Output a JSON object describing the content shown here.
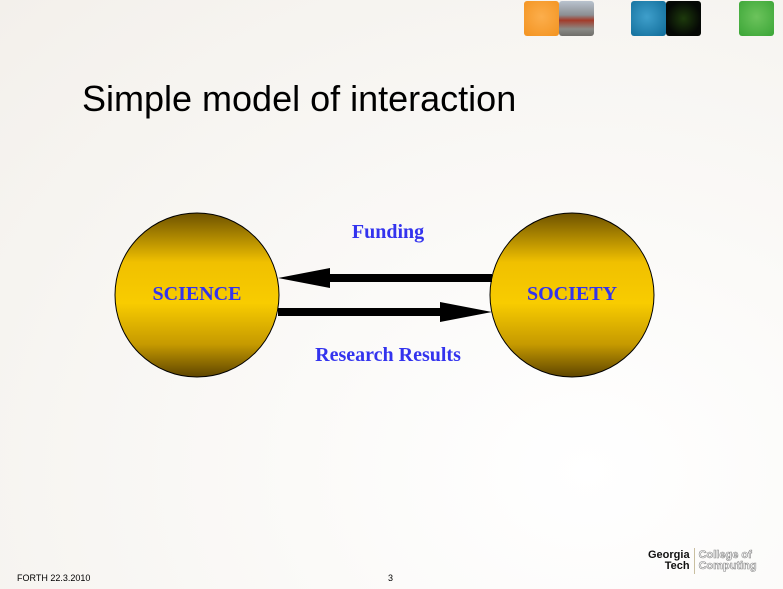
{
  "slide": {
    "title": "Simple model of interaction",
    "footer_left": "FORTH 22.3.2010",
    "page_number": "3"
  },
  "diagram": {
    "nodes": [
      {
        "label": "SCIENCE"
      },
      {
        "label": "SOCIETY"
      }
    ],
    "edges": [
      {
        "from": "SOCIETY",
        "to": "SCIENCE",
        "label": "Funding"
      },
      {
        "from": "SCIENCE",
        "to": "SOCIETY",
        "label": "Research Results"
      }
    ]
  },
  "logo": {
    "line1": "Georgia",
    "line2": "Tech",
    "line3": "College of",
    "line4": "Computing"
  },
  "colors": {
    "node_fill": "#f5c400",
    "label": "#3333ee"
  }
}
